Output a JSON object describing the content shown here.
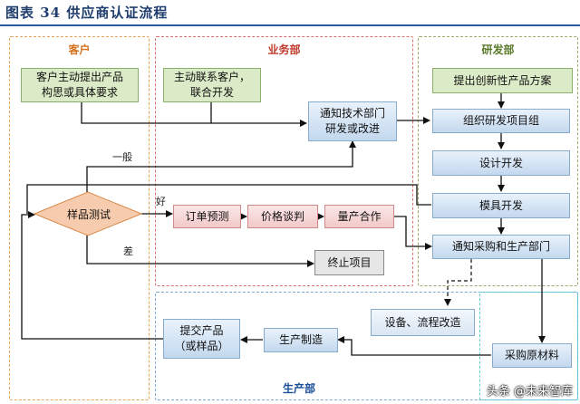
{
  "title": "图表 34   供应商认证流程",
  "sections": {
    "customer": "客户",
    "business": "业务部",
    "rnd": "研发部",
    "production": "生产部"
  },
  "nodes": {
    "customer_request": "客户主动提出产品\n构思或具体要求",
    "contact_customer": "主动联系客户，\n联合开发",
    "notify_tech": "通知技术部门\n研发或改进",
    "innovative_plan": "提出创新性产品方案",
    "org_rnd_team": "组织研发项目组",
    "design_dev": "设计开发",
    "mold_dev": "模具开发",
    "notify_purchase": "通知采购和生产部门",
    "sample_test": "样品测试",
    "order_forecast": "订单预测",
    "price_negotiation": "价格谈判",
    "mass_production": "量产合作",
    "terminate": "终止项目",
    "equipment_process": "设备、流程改造",
    "manufacturing": "生产制造",
    "submit_product": "提交产品\n（或样品）",
    "purchase_materials": "采购原材料"
  },
  "edge_labels": {
    "normal": "一般",
    "good": "好",
    "poor": "差"
  },
  "watermark": "头条 @未来智库",
  "colors": {
    "customer_border": "#e8a25a",
    "business_border": "#d87070",
    "rnd_border": "#9aaa6a",
    "production_border": "#7aa8d8",
    "arrow": "#111111"
  }
}
